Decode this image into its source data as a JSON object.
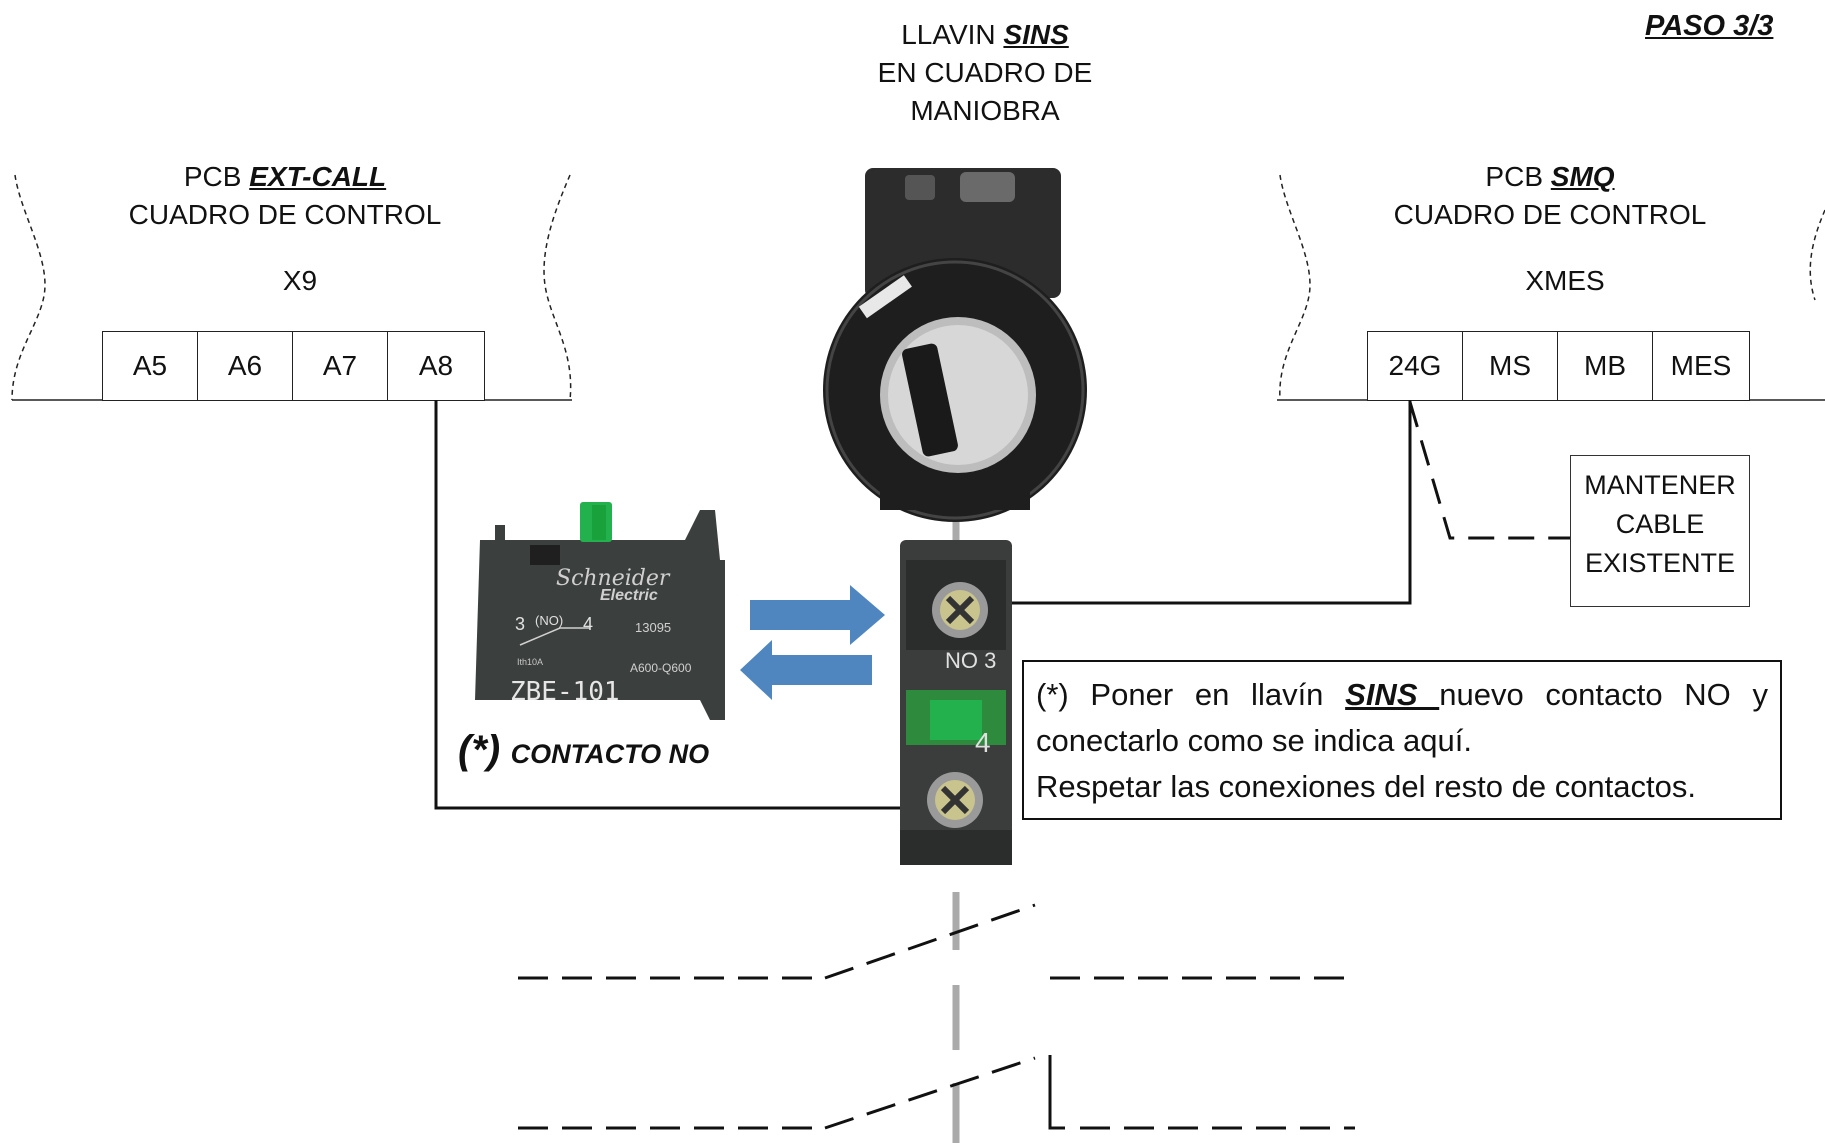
{
  "step": "PASO 3/3",
  "key_switch": {
    "line1_prefix": "LLAVIN ",
    "line1_emph": "SINS",
    "line2": "EN CUADRO DE",
    "line3": "MANIOBRA"
  },
  "left_pcb": {
    "prefix": "PCB ",
    "name": "EXT-CALL",
    "subtitle": "CUADRO DE CONTROL",
    "connector": "X9",
    "terminals": [
      "A5",
      "A6",
      "A7",
      "A8"
    ]
  },
  "right_pcb": {
    "prefix": "PCB ",
    "name": "SMQ",
    "subtitle": "CUADRO DE CONTROL",
    "connector": "XMES",
    "terminals": [
      "24G",
      "MS",
      "MB",
      "MES"
    ]
  },
  "keep_cable": {
    "line1": "MANTENER",
    "line2": "CABLE",
    "line3": "EXISTENTE"
  },
  "contact_label": {
    "marker": "(*)",
    "text": "CONTACTO NO"
  },
  "contact_block": {
    "brand1": "Schneider",
    "brand2": "Electric",
    "pin3": "3",
    "pinNO": "(NO)",
    "pin4": "4",
    "code": "13095",
    "rating1": "Ith10A",
    "rating2": "A600-Q600",
    "model": "ZBE-101"
  },
  "contact_module": {
    "upper_label": "NO 3",
    "lower_label": "4"
  },
  "note": {
    "marker": "(*)",
    "part1": " Poner en llavín ",
    "emph": "SINS ",
    "part2": "nuevo contacto NO y",
    "line2": "conectarlo como se indica aquí.",
    "line3": "Respetar las conexiones del resto de contactos."
  },
  "colors": {
    "arrow": "#4f86c0",
    "wire": "#111111",
    "shaft": "#aaaaaa",
    "contact_body": "#3b3f3e",
    "lever": "#19a13b"
  }
}
